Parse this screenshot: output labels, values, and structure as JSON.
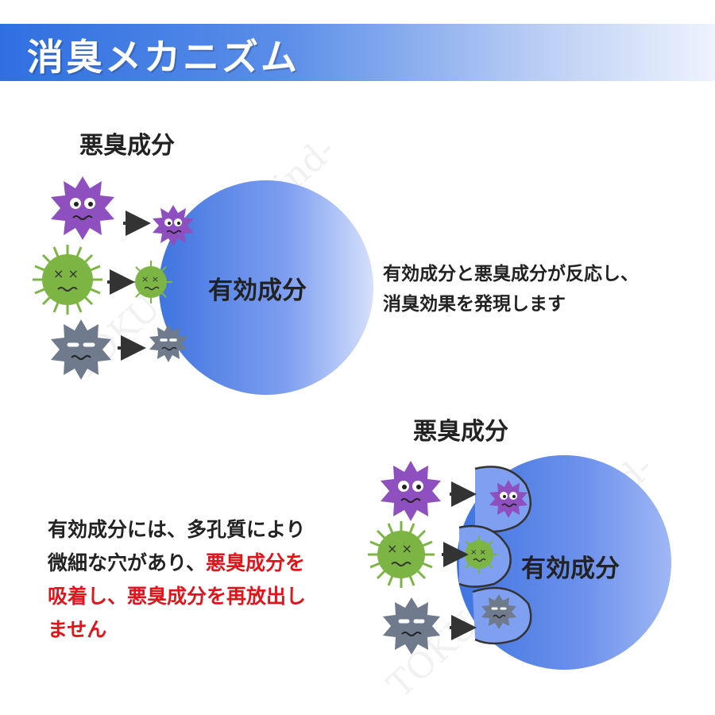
{
  "header": {
    "title": "消臭メカニズム"
  },
  "panel1": {
    "label": "悪臭成分",
    "circle_label": "有効成分",
    "description_lines": [
      "有効成分と悪臭成分が反応し、",
      "消臭効果を発現します"
    ]
  },
  "panel2": {
    "label": "悪臭成分",
    "circle_label": "有効成分",
    "description": {
      "line1": "有効成分には、多孔質により",
      "line2_plain": "微細な穴があり、",
      "line2_highlight": "悪臭成分を",
      "line3_highlight": "吸着し、悪臭成分を再放出し",
      "line4_highlight": "ません"
    }
  },
  "watermarks": [
    "TOKUSA-nextwind-",
    "TOKUSA-nextwind-"
  ],
  "colors": {
    "accent": "#2f6fe0",
    "highlight": "#e2141b",
    "germ_purple": "#8e4fbf",
    "germ_green": "#7db545",
    "germ_gray": "#6f7a8c"
  }
}
